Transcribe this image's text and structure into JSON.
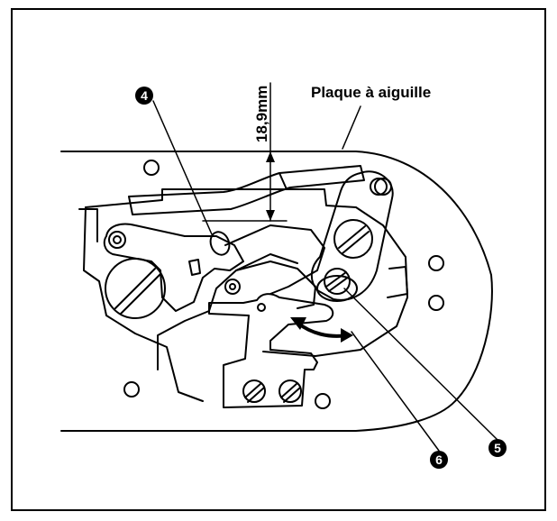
{
  "labels": {
    "needle_plate": "Plaque à aiguille",
    "dimension": "18,9mm",
    "callout_4": "4",
    "callout_5": "5",
    "callout_6": "6"
  },
  "colors": {
    "line": "#000000",
    "background": "#ffffff",
    "callout_fill": "#000000",
    "callout_text": "#ffffff"
  }
}
